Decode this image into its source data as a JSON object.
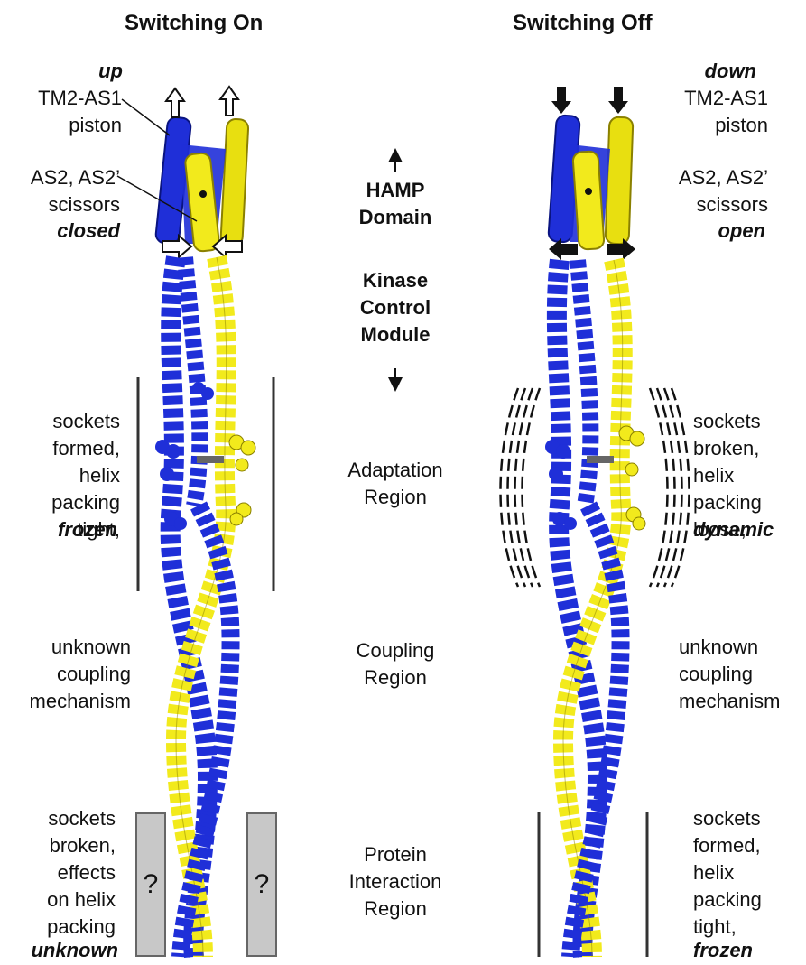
{
  "titles": {
    "left": "Switching On",
    "right": "Switching Off"
  },
  "left_top": {
    "piston_dir": "up",
    "piston_label": "TM2-AS1\npiston",
    "scissors_label": "AS2, AS2’\nscissors",
    "scissors_state": "closed"
  },
  "right_top": {
    "piston_dir": "down",
    "piston_label": "TM2-AS1\npiston",
    "scissors_label": "AS2, AS2’\nscissors",
    "scissors_state": "open"
  },
  "center": {
    "hamp": "HAMP\nDomain",
    "kinase": "Kinase\nControl\nModule",
    "adaptation": "Adaptation\nRegion",
    "coupling": "Coupling\nRegion",
    "protein": "Protein\nInteraction\nRegion"
  },
  "left_side": {
    "adaptation_text": "sockets\nformed,\nhelix\npacking\ntight,",
    "adaptation_state": "frozen",
    "coupling_text": "unknown\ncoupling\nmechanism",
    "protein_text": "sockets\nbroken,\neffects\non helix\npacking",
    "protein_state": "unknown",
    "question_mark": "?"
  },
  "right_side": {
    "adaptation_text": "sockets\nbroken,\nhelix\npacking\nloose,",
    "adaptation_state": "dynamic",
    "coupling_text": "unknown\ncoupling\nmechanism",
    "protein_text": "sockets\nformed,\nhelix\npacking\ntight,",
    "protein_state": "frozen"
  },
  "colors": {
    "blue": "#1f2fd8",
    "yellow": "#f2ea1c",
    "gray_box": "#c8c8c8"
  }
}
